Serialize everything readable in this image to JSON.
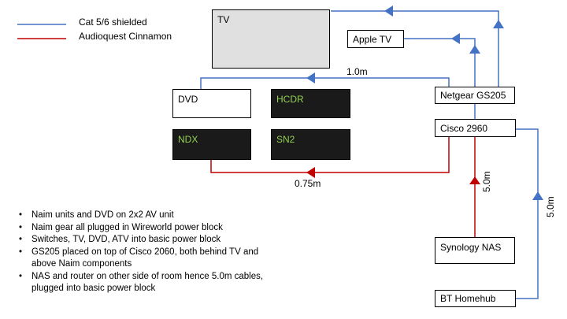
{
  "legend": {
    "blue_label": "Cat 5/6 shielded",
    "red_label": "Audioquest Cinnamon",
    "blue_color": "#4472c4",
    "red_color": "#c00000"
  },
  "devices": {
    "tv": "TV",
    "apple_tv": "Apple TV",
    "dvd": "DVD",
    "hcdr": "HCDR",
    "ndx": "NDX",
    "sn2": "SN2",
    "netgear": "Netgear GS205",
    "cisco": "Cisco 2960",
    "nas": "Synology NAS",
    "homehub": "BT Homehub"
  },
  "cable_labels": {
    "dvd_run": "1.0m",
    "ndx_run": "0.75m",
    "nas_run": "5.0m",
    "homehub_run": "5.0m"
  },
  "notes": [
    "Naim units and DVD on 2x2 AV unit",
    "Naim gear all plugged in Wireworld power block",
    "Switches, TV, DVD, ATV into basic power block",
    "GS205 placed on top of Cisco 2060, both behind TV and above Naim components",
    "NAS and  router on other side of room hence 5.0m cables, plugged into basic power block"
  ]
}
